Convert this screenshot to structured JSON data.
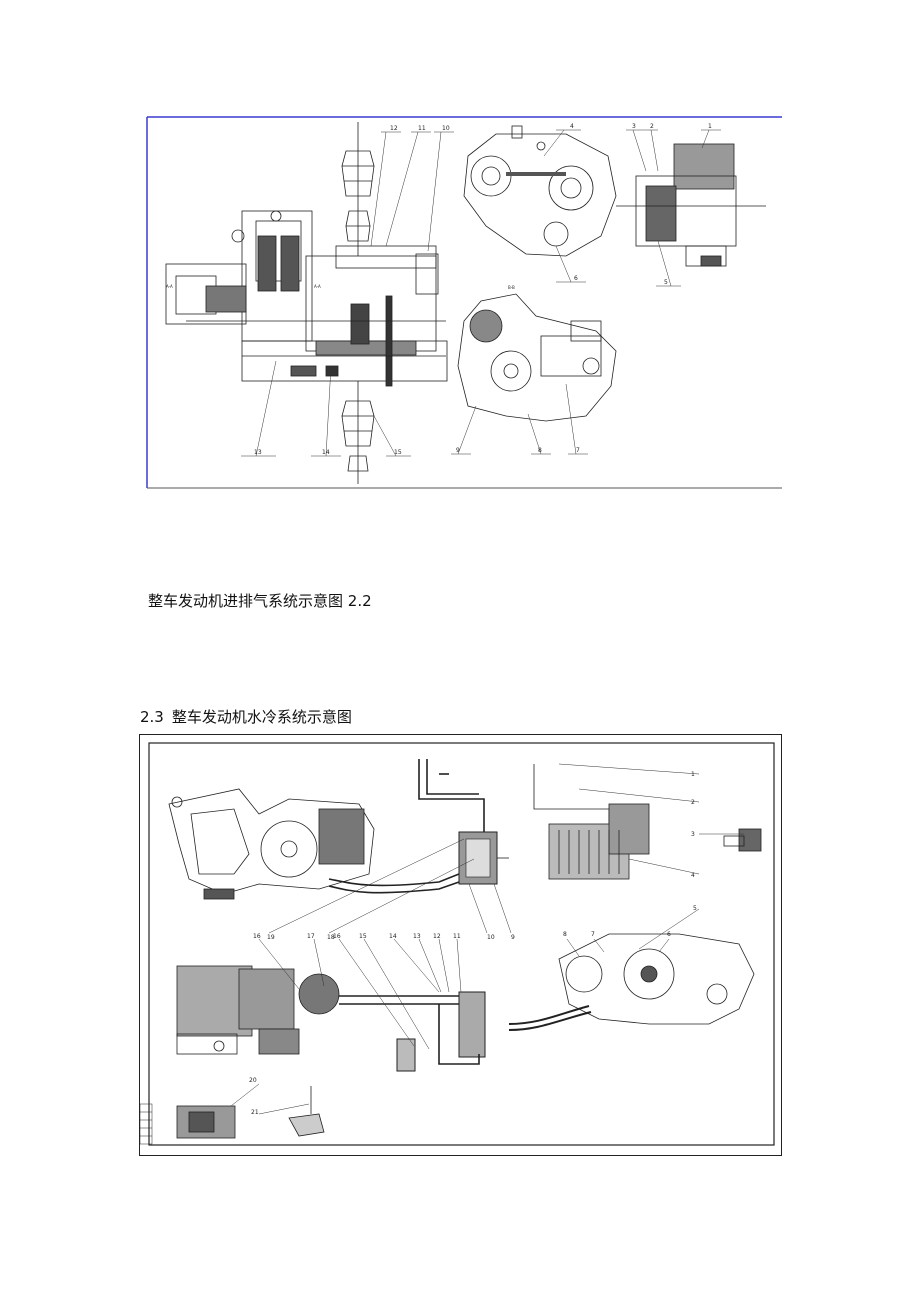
{
  "figure1": {
    "callouts_main": [
      "12",
      "11",
      "10",
      "13",
      "14",
      "15"
    ],
    "callouts_right": [
      "4",
      "3",
      "2",
      "1",
      "6",
      "5",
      "9",
      "8",
      "7"
    ],
    "view_label_a": "A-A",
    "view_label_b": "A-A",
    "view_label_c": "B-B"
  },
  "caption_22": "整车发动机进排气系统示意图 2.2",
  "section_23": {
    "number": "2.3",
    "title": "整车发动机水冷系统示意图"
  },
  "figure2": {
    "callouts_top": [
      "19",
      "18",
      "10",
      "9"
    ],
    "callouts_right": [
      "1",
      "2",
      "3",
      "4",
      "5",
      "6",
      "7",
      "8"
    ],
    "callouts_bottom": [
      "16",
      "17",
      "16",
      "15",
      "14",
      "13",
      "12",
      "11",
      "20",
      "21"
    ]
  },
  "colors": {
    "line": "#222222",
    "frame": "#3a3ad0",
    "paper": "#ffffff"
  }
}
